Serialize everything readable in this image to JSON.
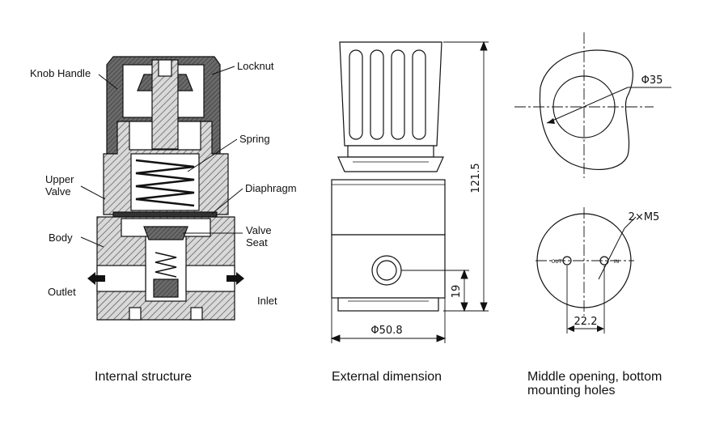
{
  "labels": {
    "knob_handle": "Knob Handle",
    "locknut": "Locknut",
    "spring": "Spring",
    "upper_valve": "Upper\nValve",
    "diaphragm": "Diaphragm",
    "valve_seat": "Valve\nSeat",
    "body": "Body",
    "outlet": "Outlet",
    "inlet": "Inlet"
  },
  "dimensions": {
    "height": "121.5",
    "diameter": "Φ50.8",
    "port_height": "19",
    "opening_diameter": "Φ35",
    "holes": "2×M5",
    "hole_spacing": "22.2",
    "out_mark": "OUT",
    "in_mark": "IN"
  },
  "captions": {
    "internal": "Internal structure",
    "external": "External dimension",
    "mounting": "Middle opening, bottom\nmounting holes"
  },
  "colors": {
    "line": "#111111",
    "hatch_fill": "#bdbdbd",
    "knob_fill": "#555555"
  }
}
